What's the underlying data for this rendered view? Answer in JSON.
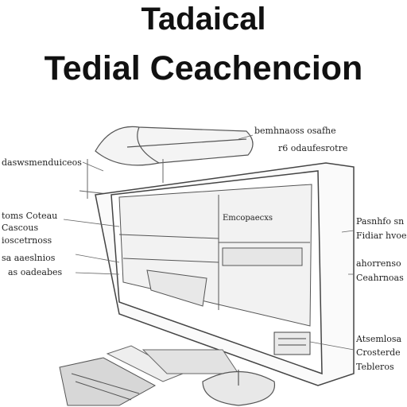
{
  "title": "Tadaical",
  "subtitle": "Tedial Ceachencion",
  "callouts": {
    "top_right": [
      "bemhnaoss osafhe",
      "r6 odaufesrotre"
    ],
    "left_top": [
      "daswsmenduiceos"
    ],
    "left_mid": [
      "toms Coteau",
      "Cascous",
      "ioscetrnoss",
      "sa aaeslnios",
      "as oadeabes"
    ],
    "right_mid": [
      "Pasnhfo sn",
      "Fidiar hvoe",
      "ahorrenso",
      "Ceahrnoas"
    ],
    "right_bottom": [
      "Atsemlosa",
      "Crosterde",
      "Tebleros"
    ],
    "screen_label": "Emcopaecxs"
  }
}
